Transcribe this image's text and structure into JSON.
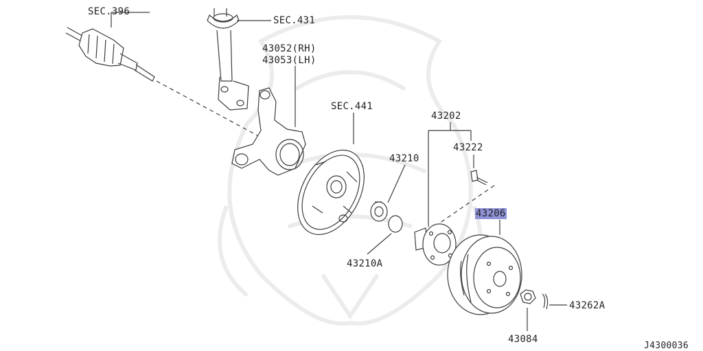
{
  "labels": {
    "sec396": "SEC.396",
    "sec431": "SEC.431",
    "knuckle_rh": "43052(RH)",
    "knuckle_lh": "43053(LH)",
    "sec441": "SEC.441",
    "hub_assembly": "43202",
    "hub_bolt": "43222",
    "bearing": "43210",
    "seal": "43210A",
    "drum": "43206",
    "cotter_pin": "43262A",
    "nut": "43084"
  },
  "diagram_id": "J4300036",
  "colors": {
    "line": "#3a3a3a",
    "highlight": "#8f93d8",
    "watermark": "#efefef"
  }
}
